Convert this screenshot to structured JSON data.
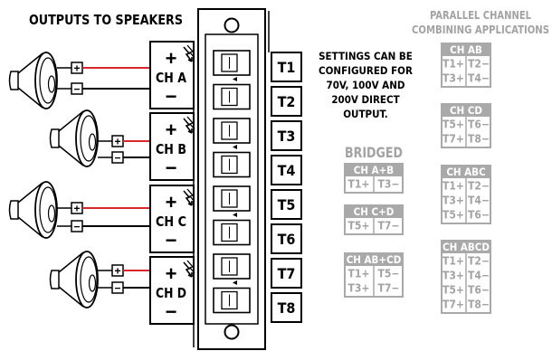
{
  "title": "OUTPUTS TO SPEAKERS",
  "parallel_title_line1": "PARALLEL CHANNEL",
  "parallel_title_line2": "COMBINING APPLICATIONS",
  "settings_note": [
    "SETTINGS CAN BE",
    "CONFIGURED FOR",
    "70V, 100V AND",
    "200V DIRECT",
    "OUTPUT."
  ],
  "bridged_title": "BRIDGED",
  "plus_sign": "+",
  "minus_sign": "−",
  "channels": [
    {
      "label": "CH A"
    },
    {
      "label": "CH B"
    },
    {
      "label": "CH C"
    },
    {
      "label": "CH D"
    }
  ],
  "terminals": [
    "T1",
    "T2",
    "T3",
    "T4",
    "T5",
    "T6",
    "T7",
    "T8"
  ],
  "bridged_boxes": [
    {
      "header": "CH A+B",
      "rows": [
        [
          "T1+",
          "T3−"
        ]
      ]
    },
    {
      "header": "CH C+D",
      "rows": [
        [
          "T5+",
          "T7−"
        ]
      ]
    },
    {
      "header": "CH AB+CD",
      "rows": [
        [
          "T1+",
          "T5−"
        ],
        [
          "T3+",
          "T7−"
        ]
      ]
    }
  ],
  "parallel_boxes": [
    {
      "header": "CH AB",
      "rows": [
        [
          "T1+",
          "T2−"
        ],
        [
          "T3+",
          "T4−"
        ]
      ]
    },
    {
      "header": "CH CD",
      "rows": [
        [
          "T5+",
          "T6−"
        ],
        [
          "T7+",
          "T8−"
        ]
      ]
    },
    {
      "header": "CH ABC",
      "rows": [
        [
          "T1+",
          "T2−"
        ],
        [
          "T3+",
          "T4−"
        ],
        [
          "T5+",
          "T6−"
        ]
      ]
    },
    {
      "header": "CH ABCD",
      "rows": [
        [
          "T1+",
          "T2−"
        ],
        [
          "T3+",
          "T4−"
        ],
        [
          "T5+",
          "T6−"
        ],
        [
          "T7+",
          "T8−"
        ]
      ]
    }
  ],
  "colors": {
    "wire_red": "#d7262e",
    "line": "#000000",
    "grey_fill": "#a9a9a9",
    "grey_text": "#a3a3a3",
    "box_text": "#ffffff"
  }
}
